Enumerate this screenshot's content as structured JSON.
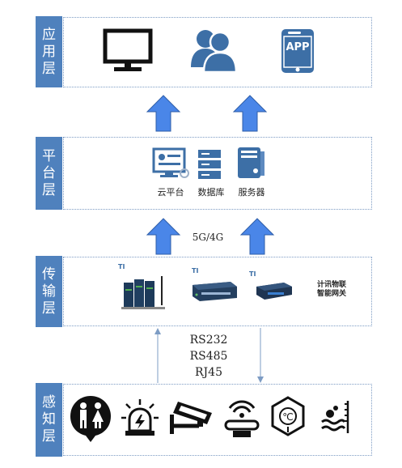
{
  "layers": {
    "application": {
      "label": "应用层"
    },
    "platform": {
      "label": "平台层"
    },
    "transmission": {
      "label": "传输层"
    },
    "perception": {
      "label": "感知层"
    }
  },
  "application": {
    "app_icon_text": "APP"
  },
  "platform": {
    "items": [
      {
        "label": "云平台"
      },
      {
        "label": "数据库"
      },
      {
        "label": "服务器"
      }
    ]
  },
  "links": {
    "network_label": "5G/4G",
    "protocols": [
      "RS232",
      "RS485",
      "RJ45"
    ]
  },
  "transmission": {
    "gateway_note_line1": "计讯物联",
    "gateway_note_line2": "智能网关",
    "brand_mark": "TI"
  },
  "colors": {
    "layer_blue": "#4f81bd",
    "arrow_blue": "#4a86e8",
    "icon_dark": "#111111",
    "icon_blue": "#3d6fa6"
  }
}
